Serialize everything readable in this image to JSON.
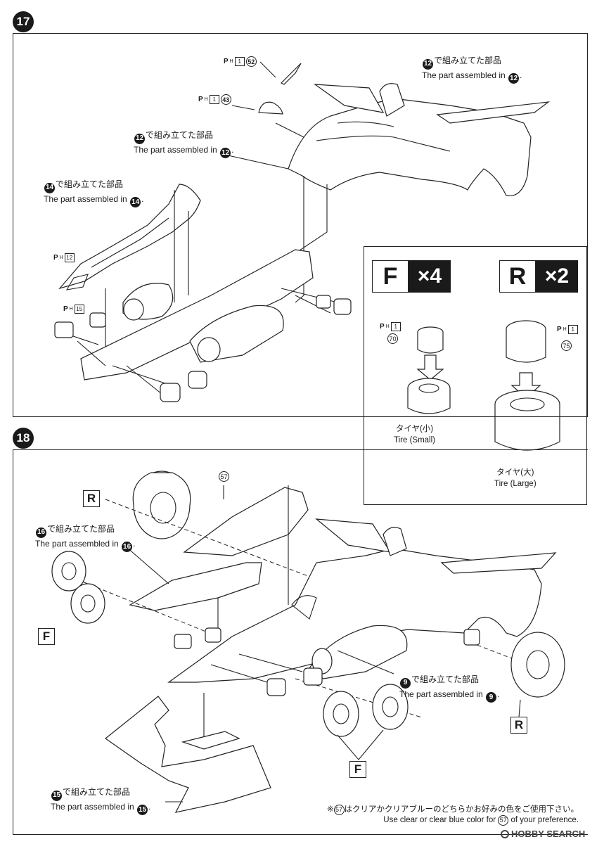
{
  "steps": {
    "step17": {
      "number": "17",
      "callouts": {
        "top_right": {
          "jp": "で組み立てた部品",
          "en": "The part assembled in",
          "ref": "12"
        },
        "middle": {
          "jp": "で組み立てた部品",
          "en": "The part assembled in",
          "ref": "12"
        },
        "left": {
          "jp": "で組み立てた部品",
          "en": "The part assembled in",
          "ref": "14"
        }
      },
      "part_labels": {
        "p52": {
          "prefix": "P",
          "sub": "H",
          "frame": "1",
          "part": "52"
        },
        "p43": {
          "prefix": "P",
          "sub": "H",
          "frame": "1",
          "part": "43"
        },
        "p12": {
          "prefix": "P",
          "sub": "H",
          "frame": "12"
        },
        "p15": {
          "prefix": "P",
          "sub": "H",
          "frame": "15"
        }
      }
    },
    "tire_box": {
      "front": {
        "letter": "F",
        "count": "×4",
        "frame_prefix": "P",
        "frame_sub": "H",
        "frame": "1",
        "part": "70",
        "label_jp": "タイヤ(小)",
        "label_en": "Tire (Small)"
      },
      "rear": {
        "letter": "R",
        "count": "×2",
        "frame_prefix": "P",
        "frame_sub": "H",
        "frame": "1",
        "part": "75",
        "label_jp": "タイヤ(大)",
        "label_en": "Tire (Large)"
      }
    },
    "step18": {
      "number": "18",
      "part57": "57",
      "callouts": {
        "c16": {
          "jp": "で組み立てた部品",
          "en": "The part assembled in",
          "ref": "16"
        },
        "c9": {
          "jp": "で組み立てた部品",
          "en": "The part assembled in",
          "ref": "9"
        },
        "c15": {
          "jp": "で組み立てた部品",
          "en": "The part assembled in",
          "ref": "15"
        }
      },
      "tire_markers": {
        "rear_top": "R",
        "front_left": "F",
        "front_bottom": "F",
        "rear_right": "R"
      },
      "note": {
        "marker": "※",
        "part": "57",
        "jp": "はクリアかクリアブルーのどちらかお好みの色をご使用下さい。",
        "en_before": "Use clear or clear blue color for",
        "en_after": "of your preference."
      }
    }
  },
  "watermark": {
    "brand": "HOBBY SEARCH"
  },
  "colors": {
    "ink": "#1a1a1a",
    "paper": "#ffffff"
  }
}
